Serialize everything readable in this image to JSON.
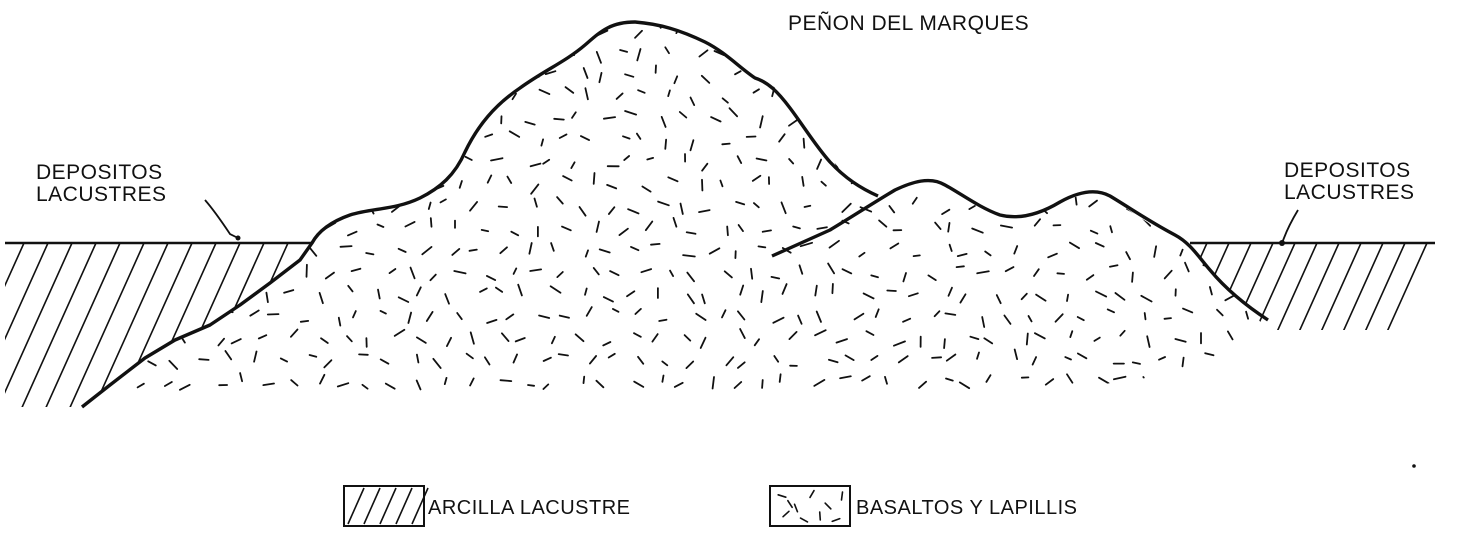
{
  "title": "PEÑON DEL MARQUES",
  "annotations": {
    "left": [
      "DEPOSITOS",
      "LACUSTRES"
    ],
    "right": [
      "DEPOSITOS",
      "LACUSTRES"
    ]
  },
  "legend": [
    {
      "pattern": "hatch-diagonal",
      "label": "ARCILLA LACUSTRE"
    },
    {
      "pattern": "dash-scatter",
      "label": "BASALTOS Y LAPILLIS"
    }
  ],
  "colors": {
    "ink": "#111111",
    "background": "#ffffff"
  }
}
